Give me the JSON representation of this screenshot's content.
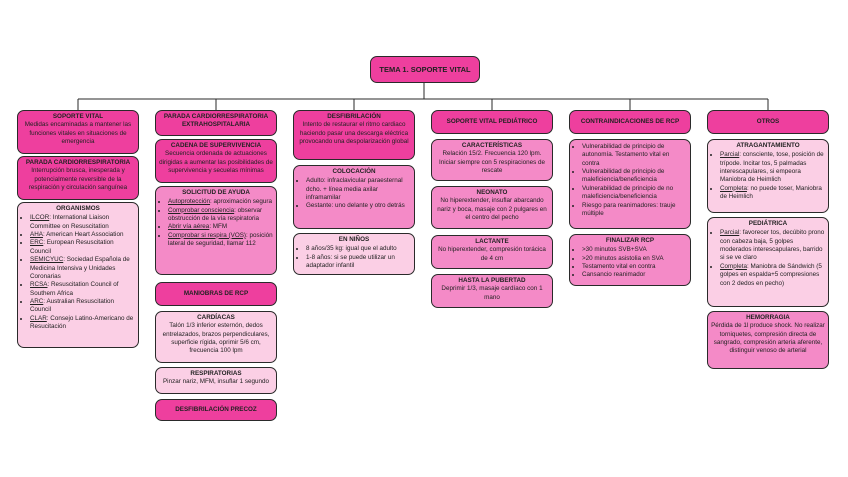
{
  "title": "TEMA 1. SOPORTE VITAL",
  "col1": {
    "top_head": "SOPORTE VITAL",
    "top_text": "Medidas encaminadas a mantener las funciones vitales en situaciones de emergencia",
    "pcr_head": "PARADA CARDIORRESPIRATORIA",
    "pcr_text": "Interrupción brusca, inesperada y potencialmente reversible de la respiración y circulación sanguínea",
    "org_head": "ORGANISMOS",
    "orgs": [
      {
        "abbr": "ILCOR",
        "text": ": International Liaison Committee on Resuscitation"
      },
      {
        "abbr": "AHA",
        "text": ": American Heart Association"
      },
      {
        "abbr": "ERC",
        "text": ": European Resuscitation Council"
      },
      {
        "abbr": "SEMICYUC",
        "text": ": Sociedad Española de Medicina Intensiva y Unidades Coronarias"
      },
      {
        "abbr": "RCSA",
        "text": ": Resuscitation Council of Southern Africa"
      },
      {
        "abbr": "ARC",
        "text": ": Australian Resuscitation Council"
      },
      {
        "abbr": "CLAR",
        "text": ": Consejo Latino-Americano de Resucitación"
      }
    ]
  },
  "col2": {
    "top_head": "PARADA CARDIORRESPIRATORIA EXTRAHOSPITALARIA",
    "cadena_head": "CADENA DE SUPERVIVENCIA",
    "cadena_text": "Secuencia ordenada de actuaciones dirigidas a aumentar las posibilidades de supervivencia y secuelas mínimas",
    "ayuda_head": "SOLICITUD DE AYUDA",
    "ayuda_items": [
      {
        "u": "Autoprotección",
        "t": ": aproximación segura"
      },
      {
        "u": "Comprobar consciencia",
        "t": ": observar obstrucción de la vía respiratoria"
      },
      {
        "u": "Abrir vía aérea",
        "t": ": MFM"
      },
      {
        "u": "Comprobar si respira (VOS)",
        "t": ": posición lateral de seguridad, llamar 112"
      }
    ],
    "maniobras": "MANIOBRAS DE RCP",
    "cardiacas_head": "CARDÍACAS",
    "cardiacas_text": "Talón 1/3 inferior esternón, dedos entrelazados, brazos perpendiculares, superficie rígida, oprimir 5/6 cm, frecuencia 100 lpm",
    "resp_head": "RESPIRATORIAS",
    "resp_text": "Pinzar nariz, MFM, insuflar 1 segundo",
    "desfib": "DESFIBRILACIÓN PRECOZ"
  },
  "col3": {
    "top_head": "DESFIBRILACIÓN",
    "top_text": "Intento de restaurar el ritmo cardiaco haciendo pasar una descarga eléctrica provocando una despolarización global",
    "col_head": "COLOCACIÓN",
    "col_items": [
      "Adulto: infraclavicular paraesternal dcho. + línea media axilar inframamilar",
      "Gestante: uno delante y otro detrás"
    ],
    "ninos_head": "EN NIÑOS",
    "ninos_items": [
      "8 años/35 kg: igual que el adulto",
      "1-8 años: si se puede utilizar un adaptador infantil"
    ]
  },
  "col4": {
    "top_head": "SOPORTE VITAL PEDIÁTRICO",
    "car_head": "CARACTERÍSTICAS",
    "car_text": "Relación 15/2. Frecuencia 120 lpm. Iniciar siempre con 5 respiraciones de rescate",
    "neo_head": "NEONATO",
    "neo_text": "No hiperextender, insuflar abarcando nariz y boca, masaje con 2 pulgares en el centro del pecho",
    "lac_head": "LACTANTE",
    "lac_text": "No hiperextender, compresión torácica de 4 cm",
    "pub_head": "HASTA LA PUBERTAD",
    "pub_text": "Deprimir 1/3, masaje cardíaco con 1 mano"
  },
  "col5": {
    "top_head": "CONTRAINDICACIONES DE RCP",
    "items": [
      "Vulnerabilidad de principio de autonomía. Testamento vital en contra",
      "Vulnerabilidad de principio de maleficiencia/beneficiencia",
      "Vulnerabilidad de principio de no maleficiencia/beneficiencia",
      "Riesgo para reanimadores: trauje múltiple"
    ],
    "fin_head": "FINALIZAR RCP",
    "fin_items": [
      ">30 minutos SVB+SVA",
      ">20 minutos asistolia en SVA",
      "Testamento vital en contra",
      "Cansancio reanimador"
    ]
  },
  "col6": {
    "top_head": "OTROS",
    "atr_head": "ATRAGANTAMIENTO",
    "atr_items": [
      {
        "u": "Parcial",
        "t": ": consciente, tose, posición de trípode. Incitar tos, 5 palmadas interescapulares, si empeora Maniobra de Heimlich"
      },
      {
        "u": "Completa",
        "t": ": no puede toser, Maniobra de Heimlich"
      }
    ],
    "ped_head": "PEDIÁTRICA",
    "ped_items": [
      {
        "u": "Parcial",
        "t": ": favorecer tos, decúbito prono con cabeza baja, 5 golpes moderados interescapulares, barrido si se ve claro"
      },
      {
        "u": "Completa",
        "t": ": Maniobra de Sándwich (5 golpes en espalda+5 compresiones con 2 dedos en pecho)"
      }
    ],
    "hem_head": "HEMORRAGIA",
    "hem_text": "Pérdida de 1l produce shock. No realizar torniquetes, compresión directa de sangrado, compresión arteria aferente, distinguir venoso de arterial"
  },
  "colors": {
    "hot": "#ee3f9e",
    "mid": "#f48ac7",
    "pale": "#fbcfe5",
    "border": "#2a2a2a"
  }
}
